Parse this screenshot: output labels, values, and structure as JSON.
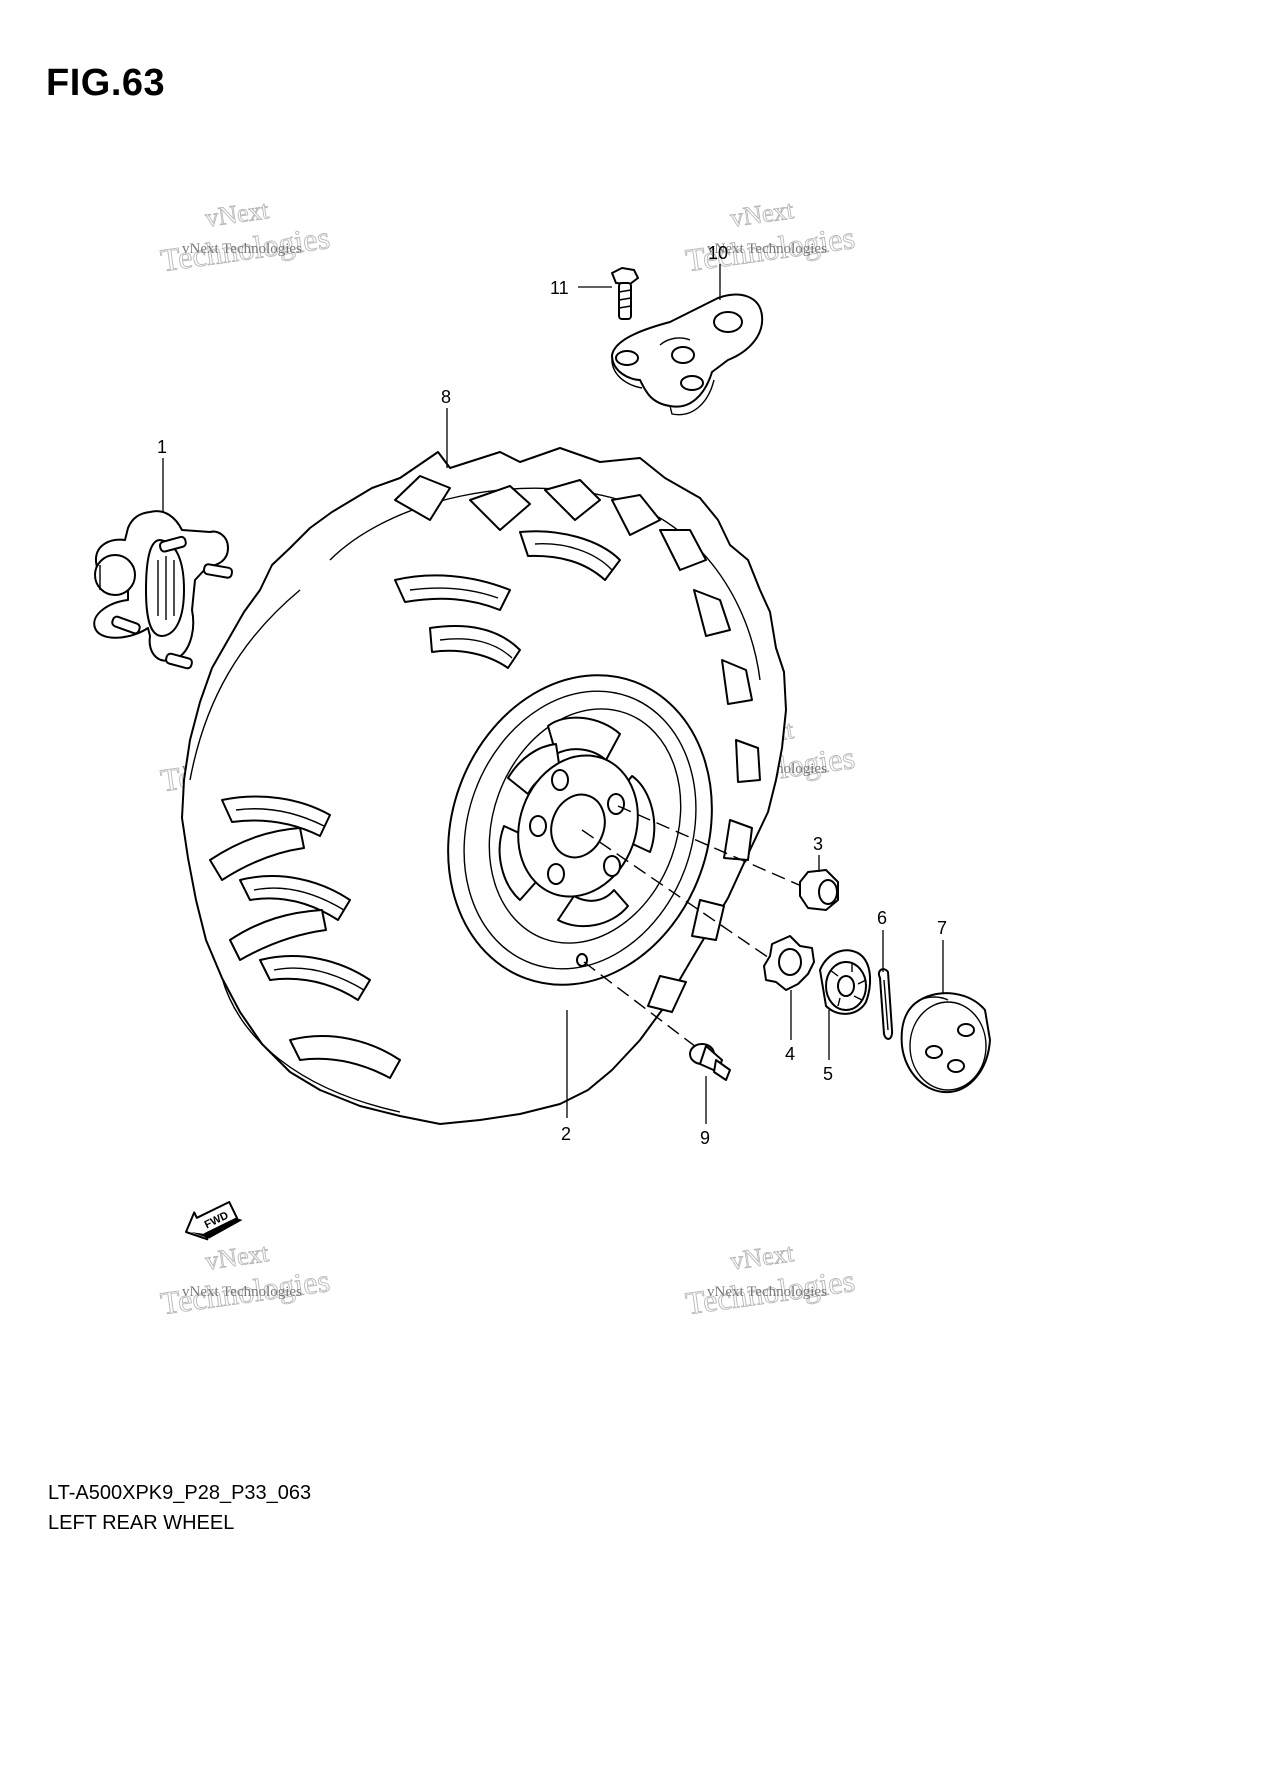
{
  "figure": {
    "title": "FIG.63",
    "model_code": "LT-A500XPK9_P28_P33_063",
    "caption": "LEFT REAR WHEEL"
  },
  "callouts": [
    "1",
    "2",
    "3",
    "4",
    "5",
    "6",
    "7",
    "8",
    "9",
    "10",
    "11"
  ],
  "fwd_label": "FWD",
  "watermark": {
    "small": "vNext Technologies",
    "large_top": "vNext",
    "large_bottom": "Technologies"
  }
}
